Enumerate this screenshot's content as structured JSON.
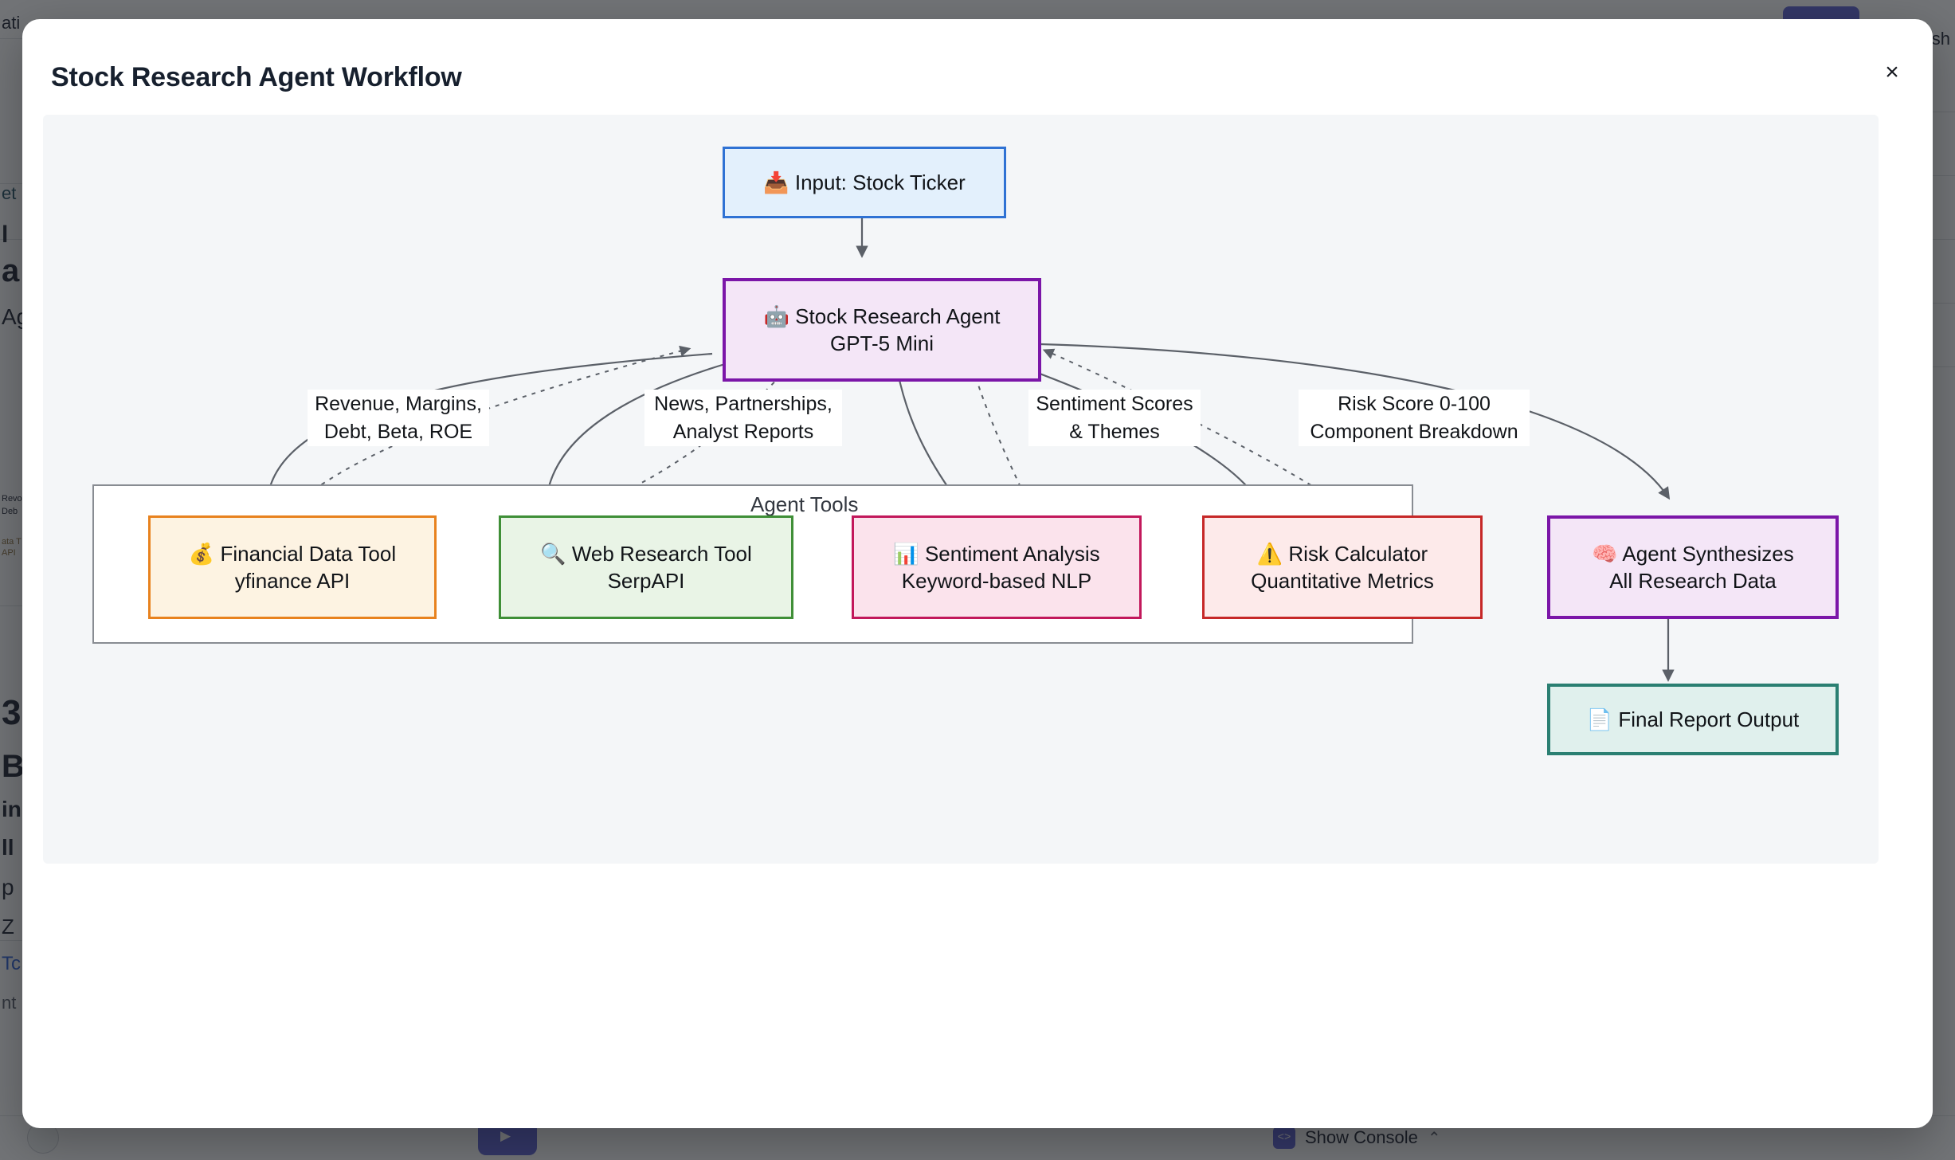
{
  "modal": {
    "title": "Stock Research Agent Workflow",
    "close_icon": "close-icon",
    "close_glyph": "×"
  },
  "background": {
    "console_label": "Show Console",
    "console_icon_glyph": "<>",
    "caret_glyph": "⌃",
    "run_glyph": "▶",
    "fragments": [
      "ati",
      "et",
      "l",
      "a",
      "Ag",
      "Revo",
      "Deb",
      "ata T",
      "API",
      "3",
      "B",
      "in",
      "ll",
      "p",
      "Z",
      "Tc",
      "nt",
      "blish"
    ]
  },
  "diagram": {
    "type": "flowchart",
    "subgraph_label": "Agent Tools",
    "nodes": [
      {
        "id": "input",
        "icon": "📥",
        "icon_name": "inbox-tray-icon",
        "line1": "Input: Stock Ticker",
        "line2": "",
        "border_color": "#2f72d4",
        "fill_color": "#e3f0fc"
      },
      {
        "id": "agent",
        "icon": "🤖",
        "icon_name": "robot-icon",
        "line1": "Stock Research Agent",
        "line2": "GPT-5 Mini",
        "border_color": "#7b16a8",
        "fill_color": "#f4e6f7"
      },
      {
        "id": "financial_tool",
        "icon": "💰",
        "icon_name": "money-bag-icon",
        "line1": "Financial Data Tool",
        "line2": "yfinance API",
        "border_color": "#e8821e",
        "fill_color": "#fdf3e2"
      },
      {
        "id": "web_tool",
        "icon": "🔍",
        "icon_name": "magnifying-glass-icon",
        "line1": "Web Research Tool",
        "line2": "SerpAPI",
        "border_color": "#3f8f37",
        "fill_color": "#e9f4e6"
      },
      {
        "id": "sentiment_tool",
        "icon": "📊",
        "icon_name": "bar-chart-icon",
        "line1": "Sentiment Analysis",
        "line2": "Keyword-based NLP",
        "border_color": "#c2185b",
        "fill_color": "#fbe3ec"
      },
      {
        "id": "risk_tool",
        "icon": "⚠️",
        "icon_name": "warning-icon",
        "line1": "Risk Calculator",
        "line2": "Quantitative Metrics",
        "border_color": "#c62828",
        "fill_color": "#fdeaea"
      },
      {
        "id": "synthesis",
        "icon": "🧠",
        "icon_name": "brain-icon",
        "line1": "Agent Synthesizes",
        "line2": "All Research Data",
        "border_color": "#7b16a8",
        "fill_color": "#f4e6f7"
      },
      {
        "id": "final_report",
        "icon": "📄",
        "icon_name": "page-icon",
        "line1": "Final Report Output",
        "line2": "",
        "border_color": "#2a7f72",
        "fill_color": "#e0f0ed"
      }
    ],
    "edge_labels": [
      {
        "id": "lbl_financial",
        "line1": "Revenue, Margins,",
        "line2": "Debt, Beta, ROE"
      },
      {
        "id": "lbl_web",
        "line1": "News, Partnerships,",
        "line2": "Analyst Reports"
      },
      {
        "id": "lbl_sentiment",
        "line1": "Sentiment Scores",
        "line2": "& Themes"
      },
      {
        "id": "lbl_risk",
        "line1": "Risk Score 0-100",
        "line2": "Component Breakdown"
      }
    ]
  }
}
